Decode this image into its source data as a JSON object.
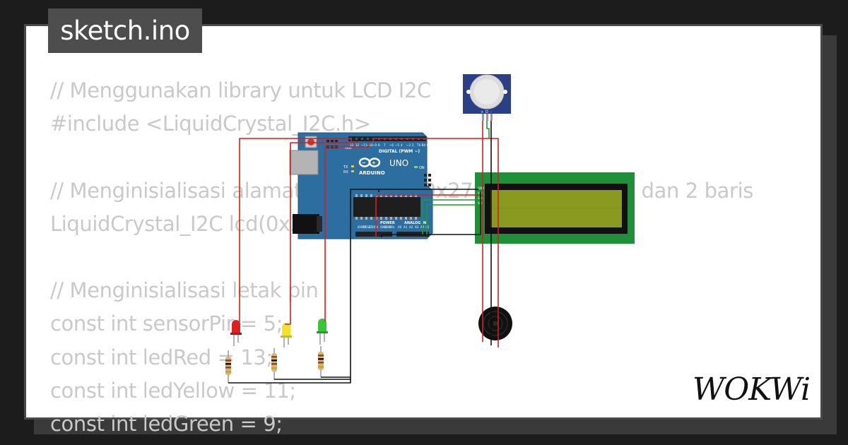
{
  "window": {
    "title": "sketch.ino"
  },
  "code_lines": [
    "// Menggunakan library untuk LCD I2C",
    "#include <LiquidCrystal_I2C.h>",
    "",
    "// Menginisialisasi alamat LCD I2C ke 0x27 untuk 16 kolom dan 2 baris",
    "LiquidCrystal_I2C lcd(0x27, 16, 2);",
    "",
    "// Menginisialisasi letak pin",
    "const int sensorPir = 5;",
    "const int ledRed = 13;",
    "const int ledYellow = 11;",
    "const int ledGreen = 9;"
  ],
  "arduino": {
    "board_name": "UNO",
    "brand": "ARDUINO",
    "digital_label": "DIGITAL (PWM ~)",
    "power_label": "POWER",
    "analog_label": "ANALOG IN",
    "tx_label": "TX",
    "rx_label": "RX",
    "on_label": "ON",
    "aref_label": "AREF",
    "gnd_label": "GND",
    "digital_pins": [
      "13",
      "12",
      "~11",
      "~10",
      "~9",
      "8",
      "7",
      "~6",
      "~5",
      "4",
      "~3",
      "2",
      "TX 1",
      "RX 0"
    ],
    "power_pins": [
      "IOREF",
      "RESET",
      "3.3V",
      "5V",
      "GND",
      "GND",
      "Vin"
    ],
    "analog_pins": [
      "A0",
      "A1",
      "A2",
      "A3",
      "A4",
      "A5"
    ]
  },
  "lcd": {
    "pins": [
      "GND",
      "VCC",
      "SDA",
      "SCL"
    ]
  },
  "pir": {
    "pins": [
      "+",
      "D",
      "-"
    ]
  },
  "logo": {
    "text": "WOKWi"
  },
  "colors": {
    "wire_red": "#d41f1f",
    "wire_black": "#111111",
    "wire_green": "#1f9a2f",
    "arduino_blue": "#2c6e9f",
    "lcd_green": "#1f8f3a",
    "lcd_screen": "#8a9a20",
    "pir_blue": "#2a3f86",
    "code_text": "#c9c9c9",
    "title_bg": "#4d4d4d"
  }
}
